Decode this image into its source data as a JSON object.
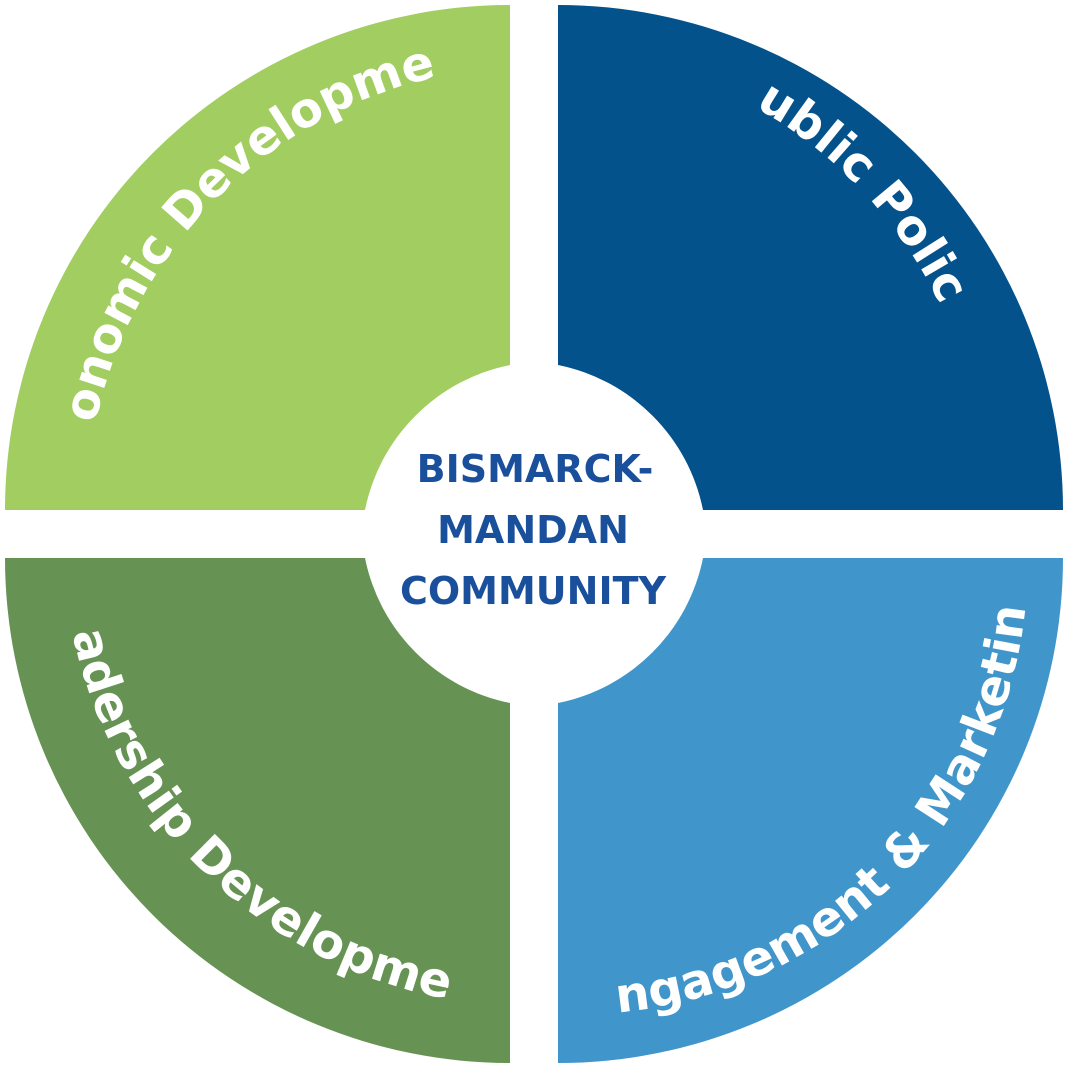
{
  "diagram": {
    "center": {
      "lines": [
        "BISMARCK-",
        "MANDAN",
        "COMMUNITY"
      ],
      "text_color": "#1a4f9c"
    },
    "quadrants": [
      {
        "id": "economic",
        "label": "Economic Development",
        "color": "#a2cd60"
      },
      {
        "id": "public-policy",
        "label": "Public Policy",
        "color": "#03528c"
      },
      {
        "id": "leadership",
        "label": "Leadership Development",
        "color": "#669353"
      },
      {
        "id": "engagement",
        "label": "Engagement & Marketing",
        "color": "#4096cb"
      }
    ]
  }
}
